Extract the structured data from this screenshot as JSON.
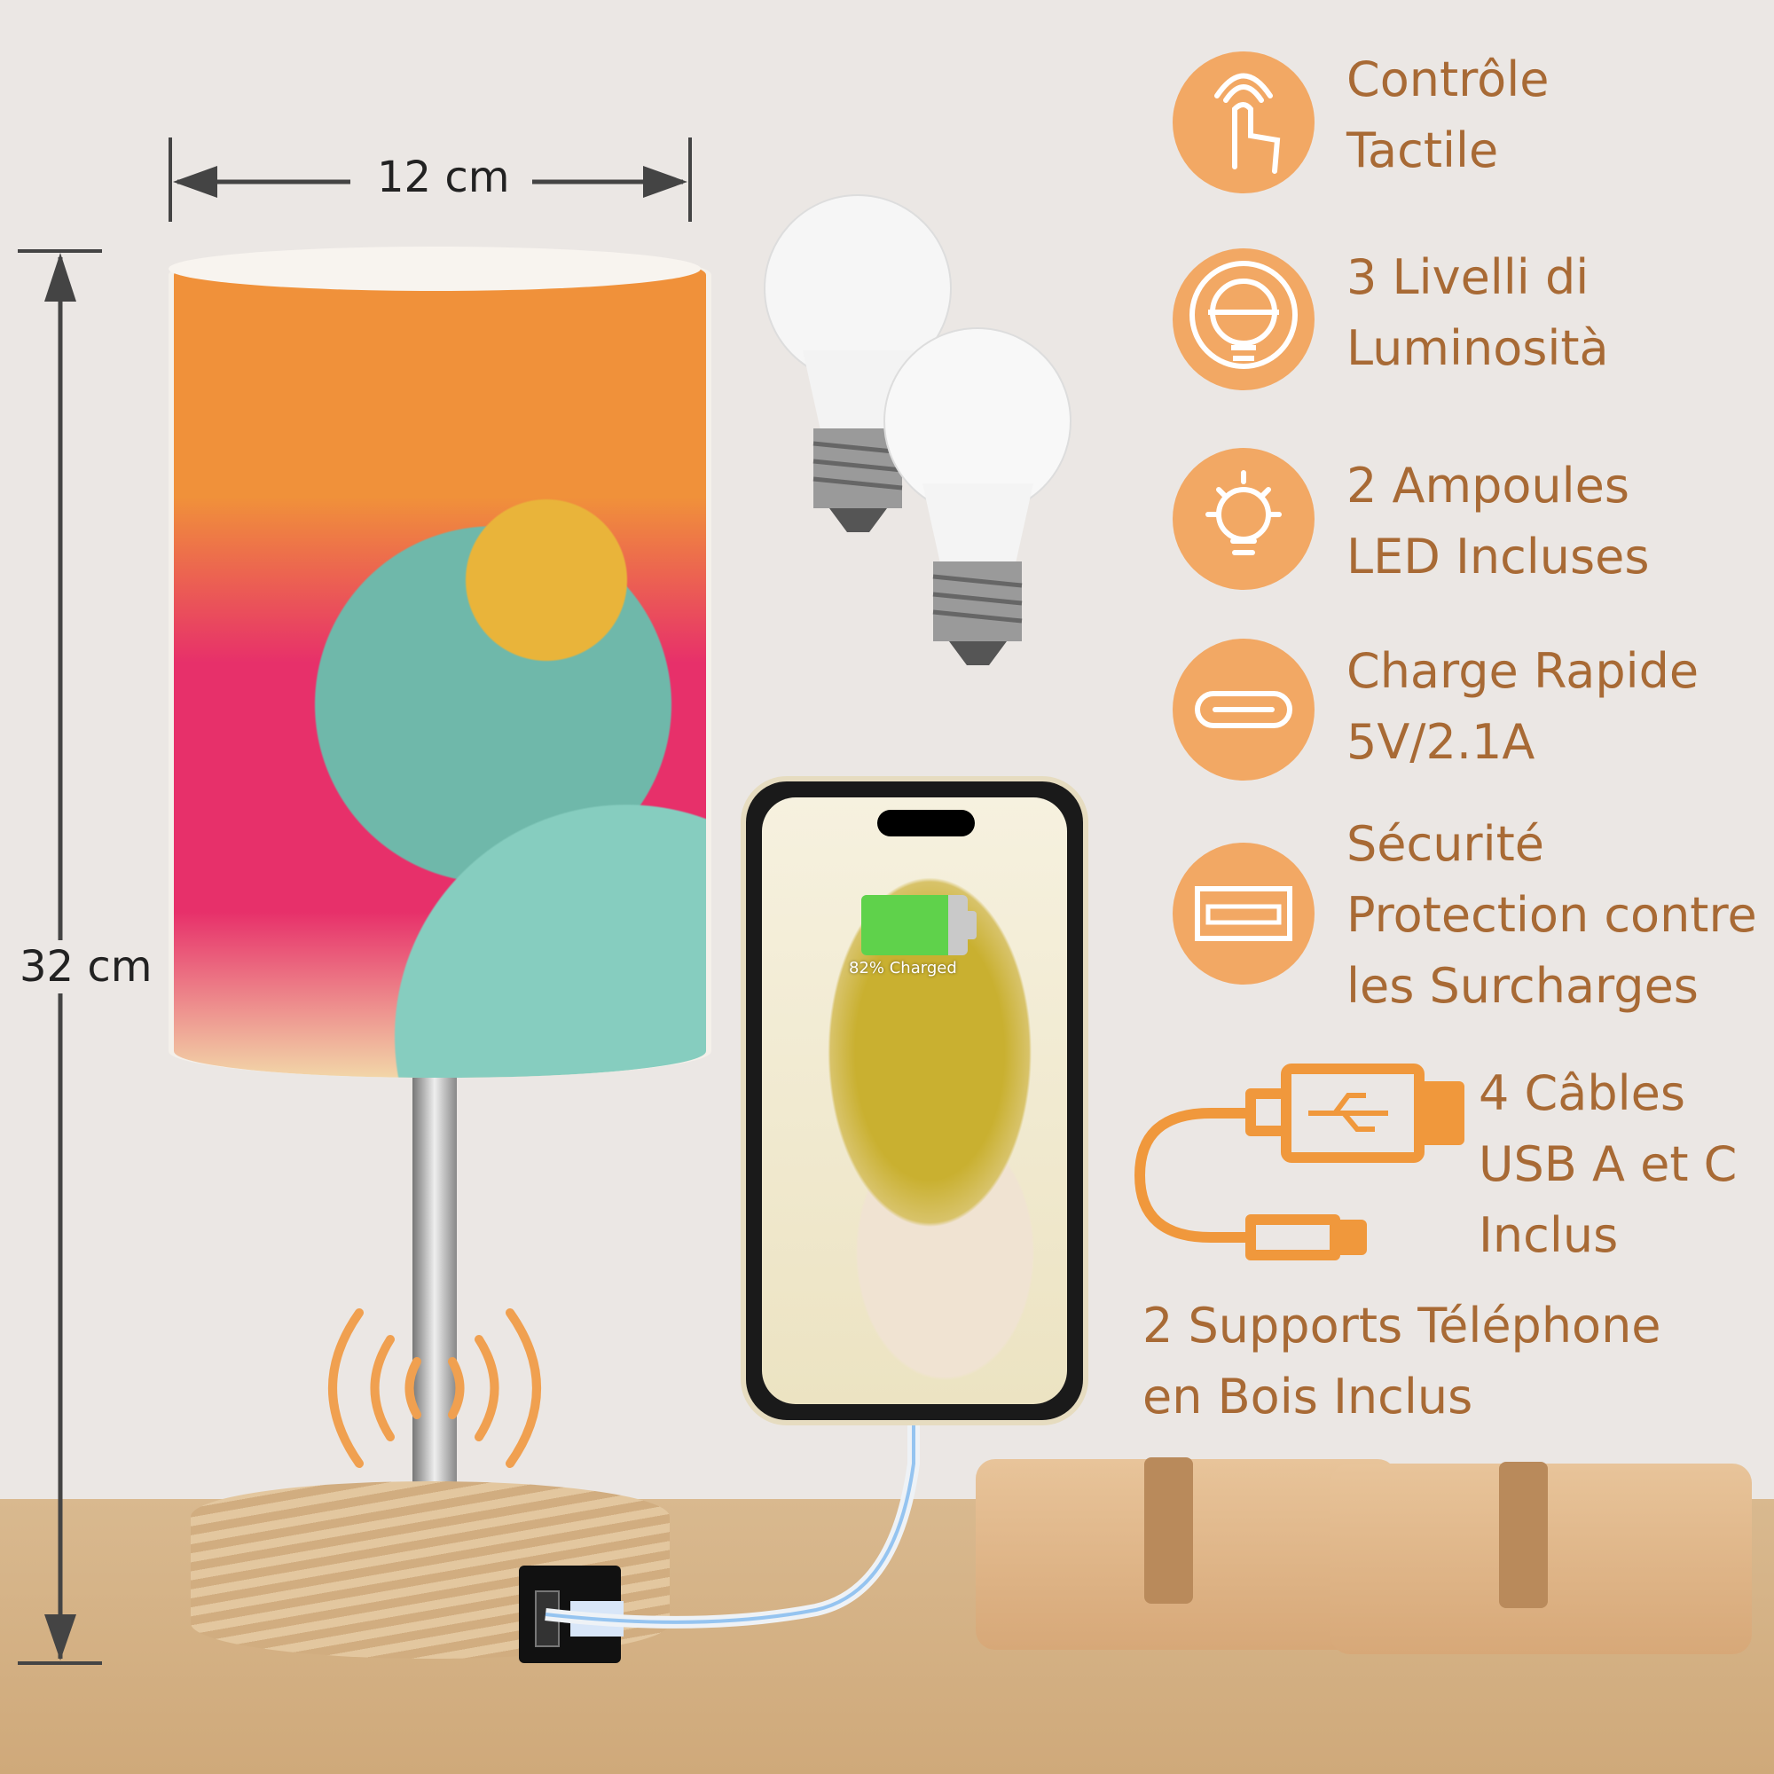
{
  "dimensions": {
    "width_label": "12 cm",
    "height_label": "32 cm"
  },
  "features": [
    {
      "icon": "touch-hand-icon",
      "text": "Contrôle\nTactile"
    },
    {
      "icon": "brightness-bulb-icon",
      "text": "3 Livelli di\nLuminosità"
    },
    {
      "icon": "light-bulb-icon",
      "text": "2 Ampoules\nLED Incluses"
    },
    {
      "icon": "usb-c-port-icon",
      "text": "Charge Rapide\n5V/2.1A"
    },
    {
      "icon": "usb-a-port-icon",
      "text": "Sécurité\nProtection contre\nles Surcharges"
    },
    {
      "icon": "usb-cable-icon",
      "text": "4 Câbles\nUSB A et C\nInclus"
    }
  ],
  "supports_text": "2 Supports Téléphone\nen Bois Inclus",
  "phone": {
    "battery_label": "82% Charged",
    "battery_level": 0.82
  },
  "colors": {
    "accent": "#f2a864",
    "text_accent": "#a86a35",
    "background": "#ebe7e4"
  }
}
